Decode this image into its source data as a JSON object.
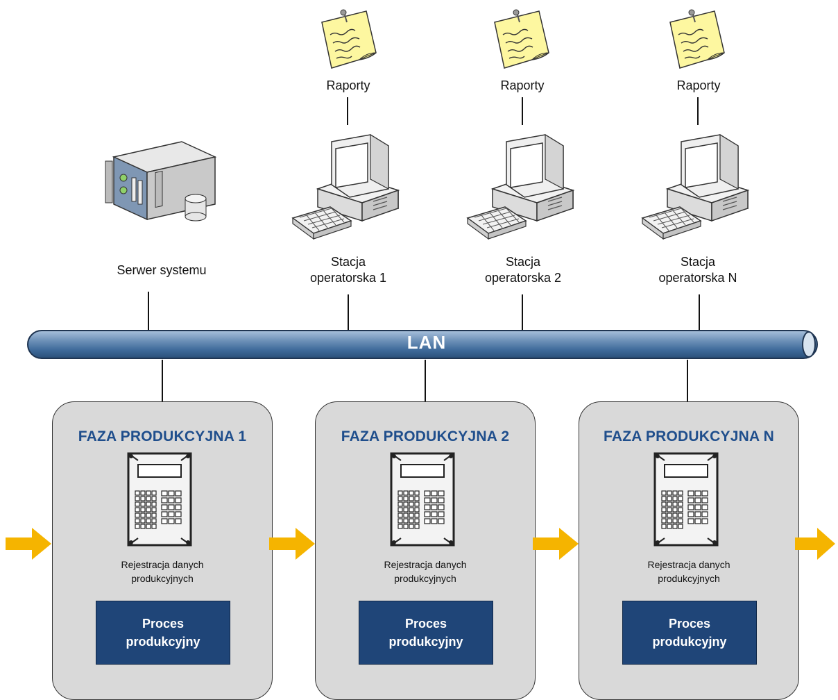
{
  "server": {
    "label": "Serwer systemu"
  },
  "stations": [
    {
      "report_label": "Raporty",
      "line1": "Stacja",
      "line2": "operatorska 1"
    },
    {
      "report_label": "Raporty",
      "line1": "Stacja",
      "line2": "operatorska 2"
    },
    {
      "report_label": "Raporty",
      "line1": "Stacja",
      "line2": "operatorska N"
    }
  ],
  "lan": {
    "label": "LAN"
  },
  "phases": [
    {
      "title": "FAZA PRODUKCYJNA 1",
      "reg_line1": "Rejestracja danych",
      "reg_line2": "produkcyjnych",
      "proc_line1": "Proces",
      "proc_line2": "produkcyjny"
    },
    {
      "title": "FAZA PRODUKCYJNA 2",
      "reg_line1": "Rejestracja danych",
      "reg_line2": "produkcyjnych",
      "proc_line1": "Proces",
      "proc_line2": "produkcyjny"
    },
    {
      "title": "FAZA PRODUKCYJNA N",
      "reg_line1": "Rejestracja danych",
      "reg_line2": "produkcyjnych",
      "proc_line1": "Proces",
      "proc_line2": "produkcyjny"
    }
  ],
  "colors": {
    "lan": "#3e6a9a",
    "phase_title": "#1f4e8c",
    "process": "#1f4578",
    "flow_arrow": "#f5b400",
    "note": "#fdf7a0"
  }
}
